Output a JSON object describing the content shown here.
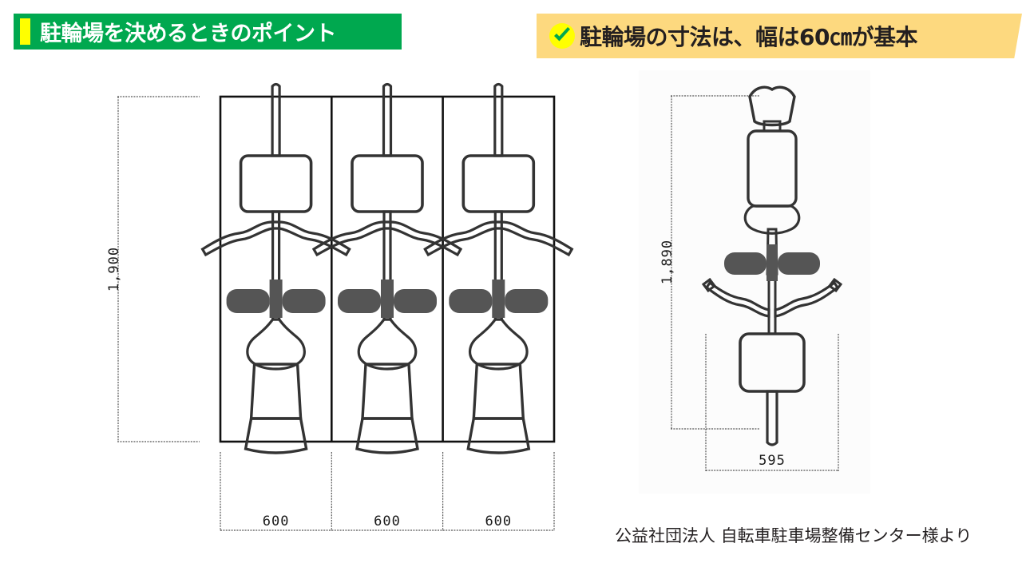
{
  "page": {
    "background": "#ffffff"
  },
  "header": {
    "left_banner": {
      "title": "駐輪場を決めるときのポイント",
      "background": "#00a84f",
      "text_color": "#ffffff",
      "accent_color": "#ffff00"
    },
    "right_banner": {
      "title": "駐輪場の寸法は、幅は60㎝が基本",
      "background": "#fdd97f",
      "text_color": "#231f20",
      "icon": "check-circle-icon",
      "icon_circle_color": "#ffff00",
      "icon_check_color": "#00a84f"
    }
  },
  "main": {
    "left_diagram": {
      "name": "bicycle-parking-plan-view",
      "vertical_dimension": "1,900",
      "bay_dimensions": [
        "600",
        "600",
        "600"
      ],
      "bay_count": 3,
      "bicycle_view": "top-view"
    },
    "right_diagram": {
      "name": "single-bicycle-plan-view",
      "vertical_dimension": "1,890",
      "horizontal_dimension": "595",
      "bicycle_view": "top-view"
    }
  },
  "footer": {
    "credit": "公益社団法人 自転車駐車場整備センター様より"
  }
}
